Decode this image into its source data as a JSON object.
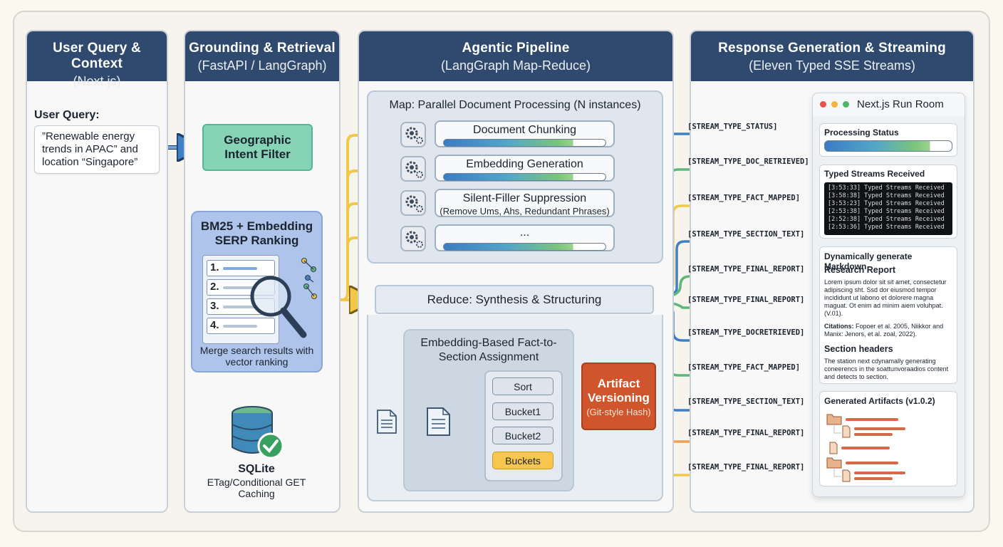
{
  "columns": [
    {
      "title": "User Query & Context",
      "subtitle": "(Next.js)"
    },
    {
      "title": "Grounding & Retrieval",
      "subtitle": "(FastAPI / LangGraph)"
    },
    {
      "title": "Agentic Pipeline",
      "subtitle": "(LangGraph Map-Reduce)"
    },
    {
      "title": "Response Generation & Streaming",
      "subtitle": "(Eleven Typed SSE Streams)"
    }
  ],
  "user_query": {
    "label": "User Query:",
    "text": "”Renewable energy trends in APAC” and location “Singapore”"
  },
  "grounding": {
    "geo_filter": "Geographic Intent Filter",
    "ranking_title": "BM25 + Embedding SERP Ranking",
    "ranking_items": [
      "1.",
      "2.",
      "3.",
      "4."
    ],
    "ranking_caption": "Merge search results with vector ranking",
    "sqlite_title": "SQLite",
    "sqlite_caption": "ETag/Conditional GET Caching"
  },
  "pipeline": {
    "map_title": "Map: Parallel Document Processing (N instances)",
    "steps": [
      {
        "label": "Document Chunking",
        "sub": ""
      },
      {
        "label": "Embedding Generation",
        "sub": ""
      },
      {
        "label": "Silent-Filler Suppression",
        "sub": "(Remove Ums, Ahs, Redundant Phrases)"
      },
      {
        "label": "...",
        "sub": ""
      }
    ],
    "reduce_title": "Reduce: Synthesis & Structuring",
    "assignment_title": "Embedding-Based Fact-to-Section Assignment",
    "buckets": [
      "Sort",
      "Bucket1",
      "Bucket2",
      "Buckets"
    ],
    "artifact_title": "Artifact Versioning",
    "artifact_sub": "(Git-style Hash)"
  },
  "streams": [
    "[STREAM_TYPE_STATUS]",
    "[STREAM_TYPE_DOC_RETRIEVED]",
    "[STREAM_TYPE_FACT_MAPPED]",
    "[STREAM_TYPE_SECTION_TEXT]",
    "[STREAM_TYPE_FINAL_REPORT]",
    "[STREAM_TYPE_FINAL_REPORT]",
    "[STREAM_TYPE_DOCRETRIEVED]",
    "[STREAM_TYPE_FACT_MAPPED]",
    "[STREAM_TYPE_SECTION_TEXT]",
    "[STREAM_TYPE_FINAL_REPORT]",
    "[STREAM_TYPE_FINAL_REPORT]"
  ],
  "run_room": {
    "title": "Next.js Run Room",
    "status_title": "Processing Status",
    "streams_title": "Typed Streams Received",
    "log": [
      "[3:53:33] Typed Streams Received",
      "[3:58:38] Typed Streams Received",
      "[3:53:23] Typed Streams Received",
      "[2:53:38] Typed Streams Received",
      "[2:52:38] Typed Streams Received",
      "[2:53:36] Typed Streams Received"
    ],
    "markdown_title": "Dynamically generate Markdown",
    "report_title": "Research Report",
    "report_body": "Lorem ipsum dolor sit sit amet, consectetur adipiscing sht. Ssd dor eiusmod tempor incididunt ut labono et dolorere magna maguat. Ot enim ad minim aiem voluhpat. (V.01).",
    "citations_label": "Citations:",
    "citations_body": "Fopoer et al. 2005, Niikkor and Manix: Jenors, et al. zoal, 2022).",
    "section_title": "Section headers",
    "section_body": "The station next cdynamally generating coneerencs in the soattunvoraadios content and detects to section.",
    "artifacts_title": "Generated Artifacts (v1.0.2)"
  },
  "colors": {
    "header": "#2f4a6e",
    "green": "#5cb87a",
    "blue": "#3f7fc4",
    "yellow": "#f2c84b",
    "orange": "#f0a053",
    "artifact": "#d0542c"
  }
}
